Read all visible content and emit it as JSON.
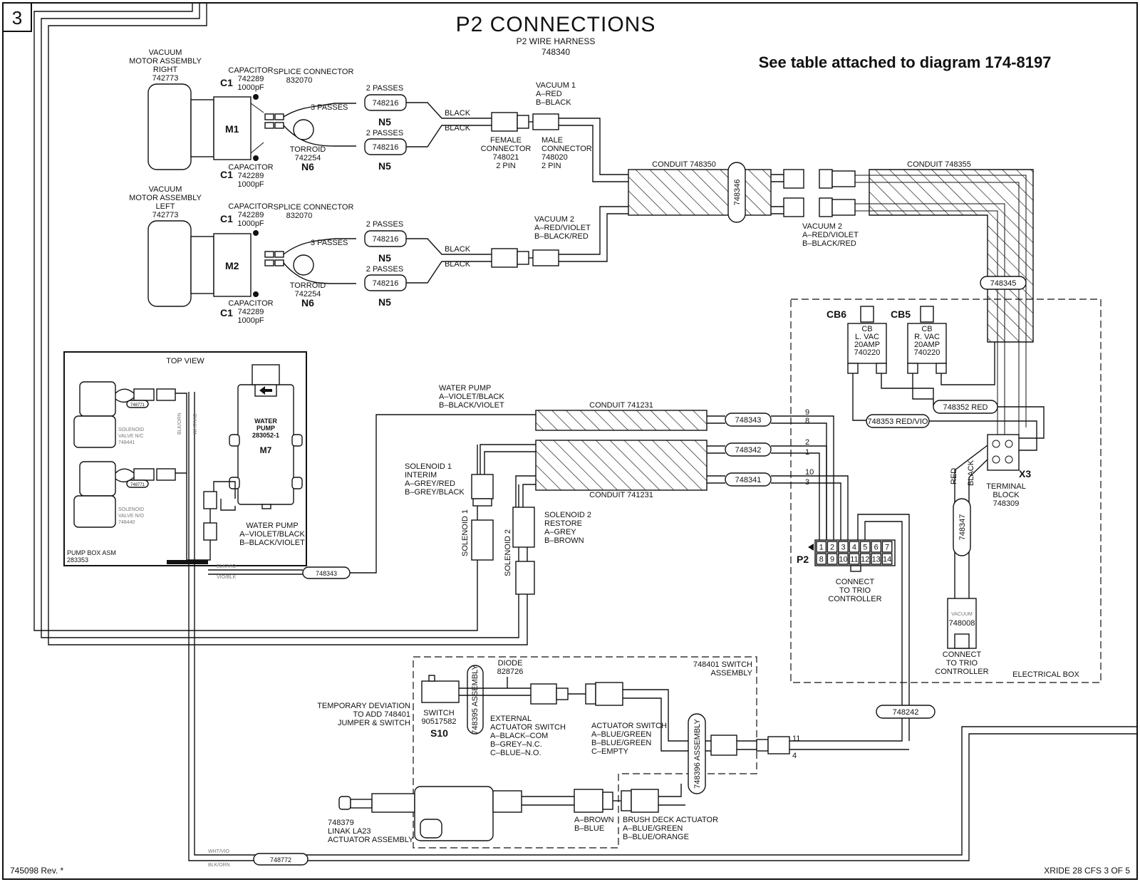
{
  "page_number": "3",
  "header": {
    "title": "P2  CONNECTIONS",
    "subtitle": "P2 WIRE HARNESS",
    "subtitle_pn": "748340",
    "note": "See table attached to diagram 174-8197"
  },
  "motors": [
    {
      "name": "M1",
      "title": [
        "VACUUM",
        "MOTOR ASSEMBLY",
        "RIGHT",
        "742773"
      ],
      "cap_top": [
        "CAPACITOR",
        "742289",
        "1000pF"
      ],
      "cap_bot": [
        "CAPACITOR",
        "742289",
        "1000pF"
      ],
      "cap_ref": "C1",
      "splice": [
        "SPLICE  CONNECTOR",
        "832070"
      ],
      "torroid": [
        "TORROID",
        "742254"
      ],
      "torroid_ref": "N6",
      "passes": "3  PASSES",
      "ferrite_passes": "2  PASSES",
      "ferrite_pn": "748216",
      "ferrite_ref": "N5",
      "wire_a": "BLACK",
      "wire_b": "BLACK",
      "female": [
        "FEMALE",
        "CONNECTOR",
        "748021",
        "2  PIN"
      ],
      "male": [
        "MALE",
        "CONNECTOR",
        "748020",
        "2  PIN"
      ],
      "vac": [
        "VACUUM  1",
        "A–RED",
        "B–BLACK"
      ]
    },
    {
      "name": "M2",
      "title": [
        "VACUUM",
        "MOTOR ASSEMBLY",
        "LEFT",
        "742773"
      ],
      "cap_top": [
        "CAPACITOR",
        "742289",
        "1000pF"
      ],
      "cap_bot": [
        "CAPACITOR",
        "742289",
        "1000pF"
      ],
      "cap_ref": "C1",
      "splice": [
        "SPLICE  CONNECTOR",
        "832070"
      ],
      "torroid": [
        "TORROID",
        "742254"
      ],
      "torroid_ref": "N6",
      "passes": "3  PASSES",
      "ferrite_passes": "2  PASSES",
      "ferrite_pn": "748216",
      "ferrite_ref": "N5",
      "wire_a": "BLACK",
      "wire_b": "BLACK",
      "vac": [
        "VACUUM  2",
        "A–RED/VIOLET",
        "B–BLACK/RED"
      ]
    }
  ],
  "conduits": {
    "c1": "CONDUIT  748350",
    "c1_tag": "748346",
    "c2": "CONDUIT  748355",
    "c2_tag": "748345",
    "c3": "CONDUIT  741231",
    "c4": "CONDUIT  741231",
    "vac2_far": [
      "VACUUM  2",
      "A–RED/VIOLET",
      "B–BLACK/RED"
    ]
  },
  "electrical_box": {
    "label": "ELECTRICAL  BOX",
    "cb6": {
      "ref": "CB6",
      "text": [
        "CB",
        "L.  VAC",
        "20AMP",
        "740220"
      ]
    },
    "cb5": {
      "ref": "CB5",
      "text": [
        "CB",
        "R.  VAC",
        "20AMP",
        "740220"
      ]
    },
    "tag_352": "748352  RED",
    "tag_353": "748353  RED/VIO",
    "terminal": {
      "ref": "X3",
      "text": [
        "TERMINAL",
        "BLOCK",
        "748309"
      ]
    },
    "wire_red": "RED",
    "wire_black": "BLACK",
    "tag_347": "748347",
    "vacuum_conn": {
      "small": "VACUUM",
      "pn": "748008"
    },
    "connect_trio_1": [
      "CONNECT",
      "TO  TRIO",
      "CONTROLLER"
    ],
    "connect_trio_2": [
      "CONNECT",
      "TO  TRIO",
      "CONTROLLER"
    ],
    "p2": {
      "ref": "P2",
      "top": [
        "1",
        "2",
        "3",
        "4",
        "5",
        "6",
        "7"
      ],
      "bot": [
        "8",
        "9",
        "10",
        "11",
        "12",
        "13",
        "14"
      ]
    }
  },
  "pump_box": {
    "top_view": "TOP  VIEW",
    "label": [
      "PUMP BOX ASM",
      "283353"
    ],
    "tag_771": "748771",
    "valve1": [
      "SOLENOID",
      "VALVE  N/C",
      "748441"
    ],
    "valve2": [
      "SOLENOID",
      "VALVE  N/O",
      "748440"
    ],
    "pump": [
      "WATER",
      "PUMP",
      "283052-1"
    ],
    "pump_ref": "M7",
    "pump_wires": [
      "WATER  PUMP",
      "A–VIOLET/BLACK",
      "B–BLACK/VIOLET"
    ],
    "wire_tags": [
      "BLK/ORN",
      "WHT/VIO",
      "BLK/VIO",
      "VIO/BLK"
    ],
    "tag_343": "748343"
  },
  "mid": {
    "water_pump": [
      "WATER  PUMP",
      "A–VIOLET/BLACK",
      "B–BLACK/VIOLET"
    ],
    "tag_343": "748343",
    "tag_342": "748342",
    "tag_341": "748341",
    "pins_343": [
      "9",
      "8"
    ],
    "pins_342": [
      "2",
      "1"
    ],
    "pins_341": [
      "10",
      "3"
    ],
    "sol1": [
      "SOLENOID  1",
      "INTERIM",
      "A–GREY/RED",
      "B–GREY/BLACK"
    ],
    "sol1_v": "SOLENOID  1",
    "sol2": [
      "SOLENOID  2",
      "RESTORE",
      "A–GREY",
      "B–BROWN"
    ],
    "sol2_v": "SOLENOID  2"
  },
  "switch_assy": {
    "label": [
      "748401  SWITCH",
      "ASSEMBLY"
    ],
    "temp": [
      "TEMPORARY  DEVIATION",
      "TO  ADD  748401",
      "JUMPER  &  SWITCH"
    ],
    "switch": [
      "SWITCH",
      "90517582"
    ],
    "switch_ref": "S10",
    "diode": [
      "DIODE",
      "828726"
    ],
    "tag_395": "748395  ASSEMBLY",
    "tag_396": "748396  ASSEMBLY",
    "ext": [
      "EXTERNAL",
      "ACTUATOR  SWITCH",
      "A–BLACK–COM",
      "B–GREY–N.C.",
      "C–BLUE–N.O."
    ],
    "act": [
      "ACTUATOR  SWITCH",
      "A–BLUE/GREEN",
      "B–BLUE/GREEN",
      "C–EMPTY"
    ],
    "tag_242": "748242",
    "pins": [
      "11",
      "4"
    ]
  },
  "actuator": {
    "text": [
      "748379",
      "LINAK  LA23",
      "ACTUATOR  ASSEMBLY"
    ],
    "wires": [
      "A–BROWN",
      "B–BLUE"
    ],
    "brush": [
      "BRUSH  DECK  ACTUATOR",
      "A–BLUE/GREEN",
      "B–BLUE/ORANGE"
    ],
    "tag_772": "748772",
    "wire_tags": [
      "WHT/VIO",
      "BLK/ORN"
    ]
  },
  "footer": {
    "left": "745098  Rev.  *",
    "right": "XRIDE  28  CFS  3  OF  5"
  }
}
